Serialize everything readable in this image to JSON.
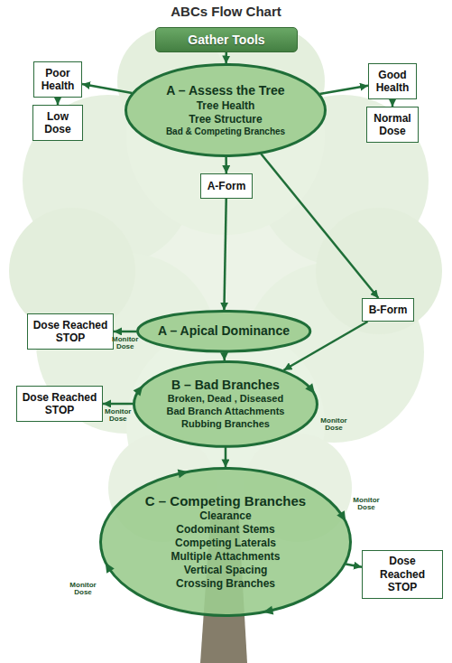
{
  "diagram": {
    "title": "ABCs Flow Chart",
    "nodes": [
      {
        "text": [
          "Gather Tools"
        ]
      },
      {
        "text": [
          "Poor Health"
        ]
      },
      {
        "text": [
          "A – Assess the Tree",
          "Tree Health",
          "Tree Structure",
          "Bad & Competing Branches"
        ]
      },
      {
        "text": [
          "Good Health"
        ]
      },
      {
        "text": [
          "Low Dose"
        ]
      },
      {
        "text": [
          "Normal Dose"
        ]
      },
      {
        "text": [
          "A-Form"
        ]
      },
      {
        "text": [
          "B-Form"
        ]
      },
      {
        "text": [
          "Dose Reached STOP"
        ]
      },
      {
        "text": [
          "A – Apical Dominance"
        ]
      },
      {
        "text": [
          "Dose Reached STOP"
        ]
      },
      {
        "text": [
          "B – Bad Branches",
          "Broken, Dead , Diseased",
          "Bad Branch Attachments",
          "Rubbing Branches"
        ]
      },
      {
        "text": [
          "C – Competing Branches",
          "Clearance",
          "Codominant Stems",
          "Competing Laterals",
          "Multiple Attachments",
          "Vertical Spacing",
          "Crossing Branches"
        ]
      },
      {
        "text": [
          "Dose Reached STOP"
        ]
      }
    ],
    "edges": [
      {
        "from": 0,
        "to": 2,
        "arrow": "to"
      },
      {
        "from": 2,
        "to": 1,
        "arrow": "to"
      },
      {
        "from": 1,
        "to": 4,
        "arrow": "to"
      },
      {
        "from": 2,
        "to": 3,
        "arrow": "to"
      },
      {
        "from": 3,
        "to": 5,
        "arrow": "to"
      },
      {
        "from": 2,
        "to": 6,
        "arrow": "to"
      },
      {
        "from": 2,
        "to": 7,
        "arrow": "to"
      },
      {
        "from": 6,
        "to": 9,
        "arrow": "to"
      },
      {
        "from": 9,
        "to": 8,
        "label": "Monitor Dose",
        "arrow": "to"
      },
      {
        "from": 9,
        "to": 11,
        "arrow": "to"
      },
      {
        "from": 7,
        "to": 11,
        "arrow": "to"
      },
      {
        "from": 11,
        "to": 10,
        "label": "Monitor Dose",
        "arrow": "to"
      },
      {
        "from": 11,
        "to": 12,
        "arrow": "to"
      },
      {
        "from": 12,
        "to": 13,
        "arrow": "to"
      }
    ],
    "labels": [
      "Monitor Dose",
      "Monitor Dose",
      "Monitor Dose"
    ]
  }
}
